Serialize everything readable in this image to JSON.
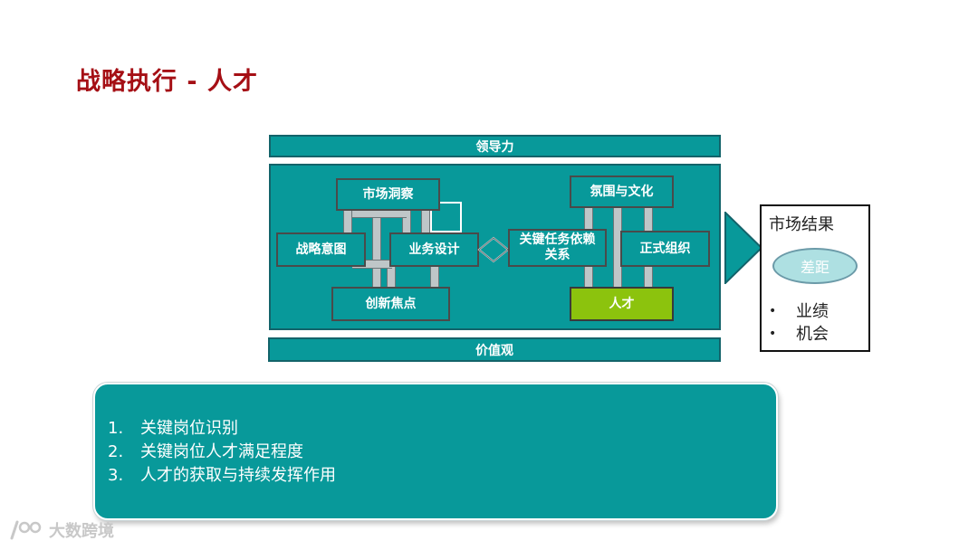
{
  "title": "战略执行 - 人才",
  "diagram": {
    "top_bar": "领导力",
    "bottom_bar": "价值观",
    "nodes": {
      "market_insight": "市场洞察",
      "strategic_intent": "战略意图",
      "business_design": "业务设计",
      "innovation_focus": "创新焦点",
      "climate_culture": "氛围与文化",
      "key_tasks": "关键任务依赖关系",
      "formal_org": "正式组织",
      "talent": "人才"
    },
    "result": {
      "title": "市场结果",
      "gap": "差距",
      "items": [
        "业绩",
        "机会"
      ]
    }
  },
  "bottom_list": [
    {
      "num": "1.",
      "text": "关键岗位识别"
    },
    {
      "num": "2.",
      "text": "关键岗位人才满足程度"
    },
    {
      "num": "3.",
      "text": "人才的获取与持续发挥作用"
    }
  ],
  "watermark": "大数跨境",
  "colors": {
    "teal": "#08999a",
    "green": "#8cc30d",
    "title_red": "#a50f15"
  }
}
